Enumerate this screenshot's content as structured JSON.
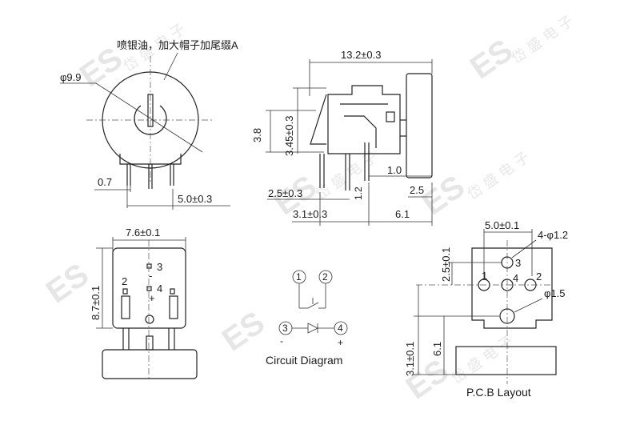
{
  "note_text": "喷银油，加大帽子加尾缀A",
  "watermark": {
    "brand": "ES",
    "cn": "岱 盛 电 子"
  },
  "front_view": {
    "diameter": "φ9.9",
    "pin_offset": "0.7",
    "pin_pitch": "5.0±0.3"
  },
  "side_view": {
    "overall_length": "13.2±0.3",
    "height_a": "3.8",
    "height_b": "3.45±0.3",
    "dim_1_0": "1.0",
    "dim_1_2": "1.2",
    "dim_2_5": "2.5",
    "dim_2_5_tol": "2.5±0.3",
    "dim_3_1": "3.1±0.3",
    "dim_6_1": "6.1"
  },
  "bottom_view": {
    "width": "7.6±0.1",
    "height": "8.7±0.1",
    "pin_labels": [
      "2",
      "3",
      "4"
    ],
    "minus": "-",
    "plus": "+"
  },
  "circuit": {
    "title": "Circuit Diagram",
    "nodes": [
      "1",
      "2",
      "3",
      "4"
    ]
  },
  "pcb": {
    "title": "P.C.B Layout",
    "width": "5.0±0.1",
    "hole_spec": "4-φ1.2",
    "hole_big": "φ1.5",
    "dim_2_5": "2.5±0.1",
    "dim_3_1": "3.1±0.1",
    "dim_6_1": "6.1",
    "pin_labels": [
      "1",
      "2",
      "3",
      "4"
    ]
  }
}
